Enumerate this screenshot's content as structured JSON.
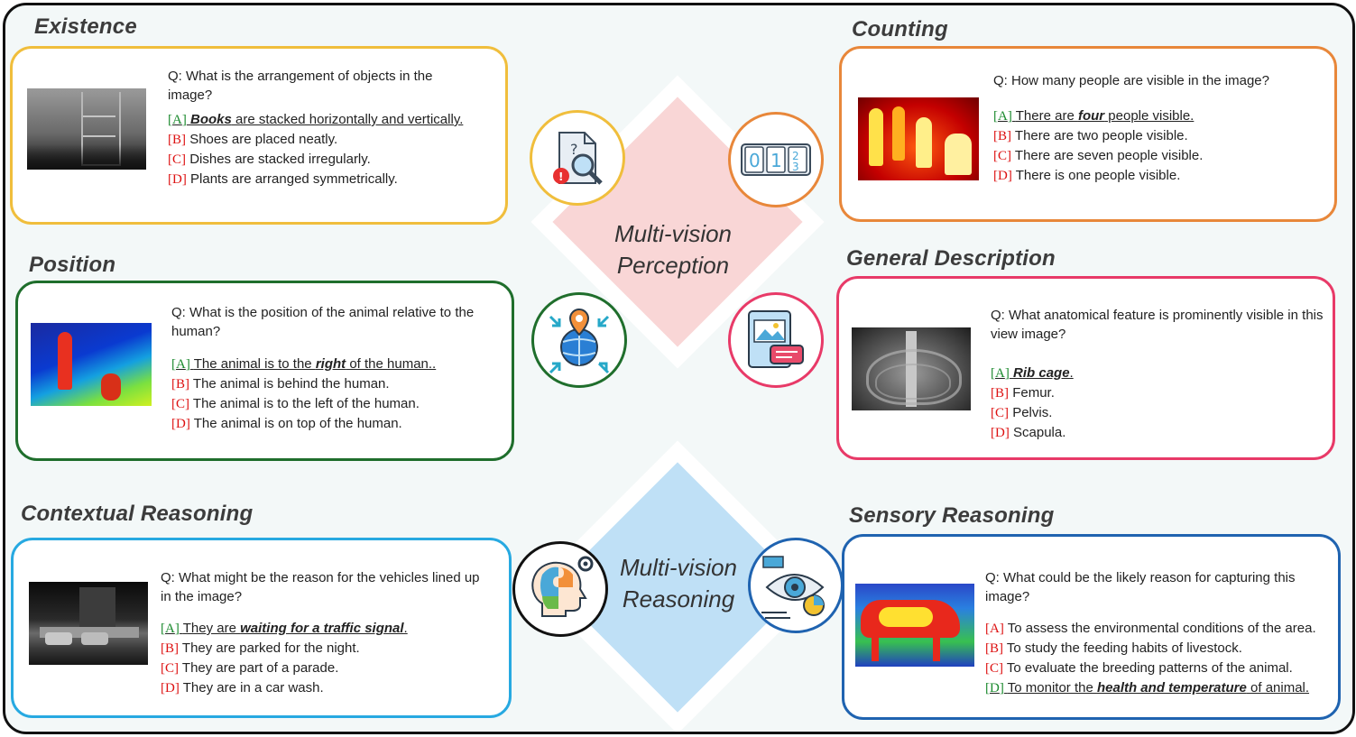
{
  "center": {
    "perception_line1": "Multi-vision",
    "perception_line2": "Perception",
    "reasoning_line1": "Multi-vision",
    "reasoning_line2": "Reasoning"
  },
  "cards": {
    "existence": {
      "title": "Existence",
      "color": "#f0be3c",
      "question": "Q: What is the arrangement of objects in the image?",
      "options": [
        {
          "key": "A",
          "pre": "",
          "em": "Books",
          "post": " are stacked horizontally and vertically.",
          "correct": true
        },
        {
          "key": "B",
          "text": "Shoes are placed neatly."
        },
        {
          "key": "C",
          "text": "Dishes are stacked irregularly."
        },
        {
          "key": "D",
          "text": "Plants are arranged symmetrically."
        }
      ]
    },
    "counting": {
      "title": "Counting",
      "color": "#e8873a",
      "question": "Q: How many people are visible in the image?",
      "options": [
        {
          "key": "A",
          "pre": "There are ",
          "em": "four",
          "post": " people visible.",
          "correct": true
        },
        {
          "key": "B",
          "text": "There are two people visible."
        },
        {
          "key": "C",
          "text": "There are seven people visible."
        },
        {
          "key": "D",
          "text": "There is one people visible."
        }
      ]
    },
    "position": {
      "title": "Position",
      "color": "#1f6e2c",
      "question": "Q: What is the position of the animal relative to the human?",
      "options": [
        {
          "key": "A",
          "pre": "The animal is to the ",
          "em": "right",
          "post": " of the human..",
          "correct": true
        },
        {
          "key": "B",
          "text": "The animal is behind the human."
        },
        {
          "key": "C",
          "text": "The animal is to the left of the human."
        },
        {
          "key": "D",
          "text": "The animal is on top of the human."
        }
      ]
    },
    "general": {
      "title": "General Description",
      "color": "#e83a68",
      "question": "Q: What anatomical feature is prominently visible in this view image?",
      "options": [
        {
          "key": "A",
          "pre": "",
          "em": "Rib cage",
          "post": ".",
          "correct": true
        },
        {
          "key": "B",
          "text": "Femur."
        },
        {
          "key": "C",
          "text": "Pelvis."
        },
        {
          "key": "D",
          "text": "Scapula."
        }
      ]
    },
    "contextual": {
      "title": "Contextual Reasoning",
      "color": "#27a9e1",
      "question": "Q: What might be the reason for the vehicles lined up in the image?",
      "options": [
        {
          "key": "A",
          "pre": "They are ",
          "em": "waiting for a traffic signal",
          "post": ".",
          "correct": true
        },
        {
          "key": "B",
          "text": "They are parked for the night."
        },
        {
          "key": "C",
          "text": "They are part of a parade."
        },
        {
          "key": "D",
          "text": "They are in a car wash."
        }
      ]
    },
    "sensory": {
      "title": "Sensory Reasoning",
      "color": "#1f63b0",
      "question": "Q: What could be the likely reason for capturing this image?",
      "options": [
        {
          "key": "A",
          "text": "To assess the environmental conditions of the area."
        },
        {
          "key": "B",
          "text": "To study the feeding habits of livestock."
        },
        {
          "key": "C",
          "text": "To evaluate the breeding patterns of the animal."
        },
        {
          "key": "D",
          "pre": "To monitor the ",
          "em": "health and temperature",
          "post": " of animal.",
          "correct": true
        }
      ]
    }
  },
  "icons": {
    "existence": "document-search-icon",
    "counting": "counter-digits-icon",
    "position": "globe-location-icon",
    "general": "image-chat-icon",
    "contextual": "head-puzzle-icon",
    "sensory": "eye-sensor-icon"
  }
}
